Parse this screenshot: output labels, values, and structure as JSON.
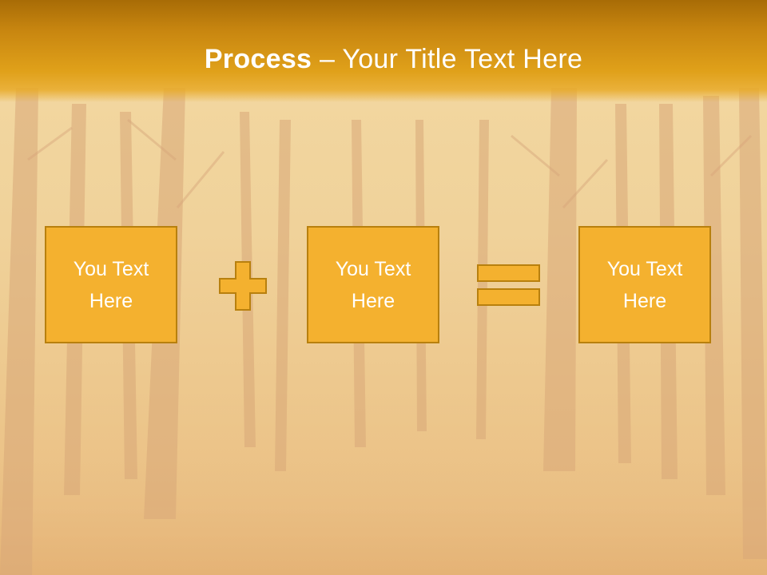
{
  "slide": {
    "title_bold": "Process",
    "title_rest": " – Your Title Text Here",
    "boxes": [
      {
        "text": "You Text Here"
      },
      {
        "text": "You Text Here"
      },
      {
        "text": "You Text Here"
      }
    ],
    "operators": [
      "plus-icon",
      "equals-icon"
    ],
    "colors": {
      "band": "#c88610",
      "box_fill": "#f4b12f",
      "box_border": "#b8800e",
      "text": "#ffffff"
    }
  }
}
